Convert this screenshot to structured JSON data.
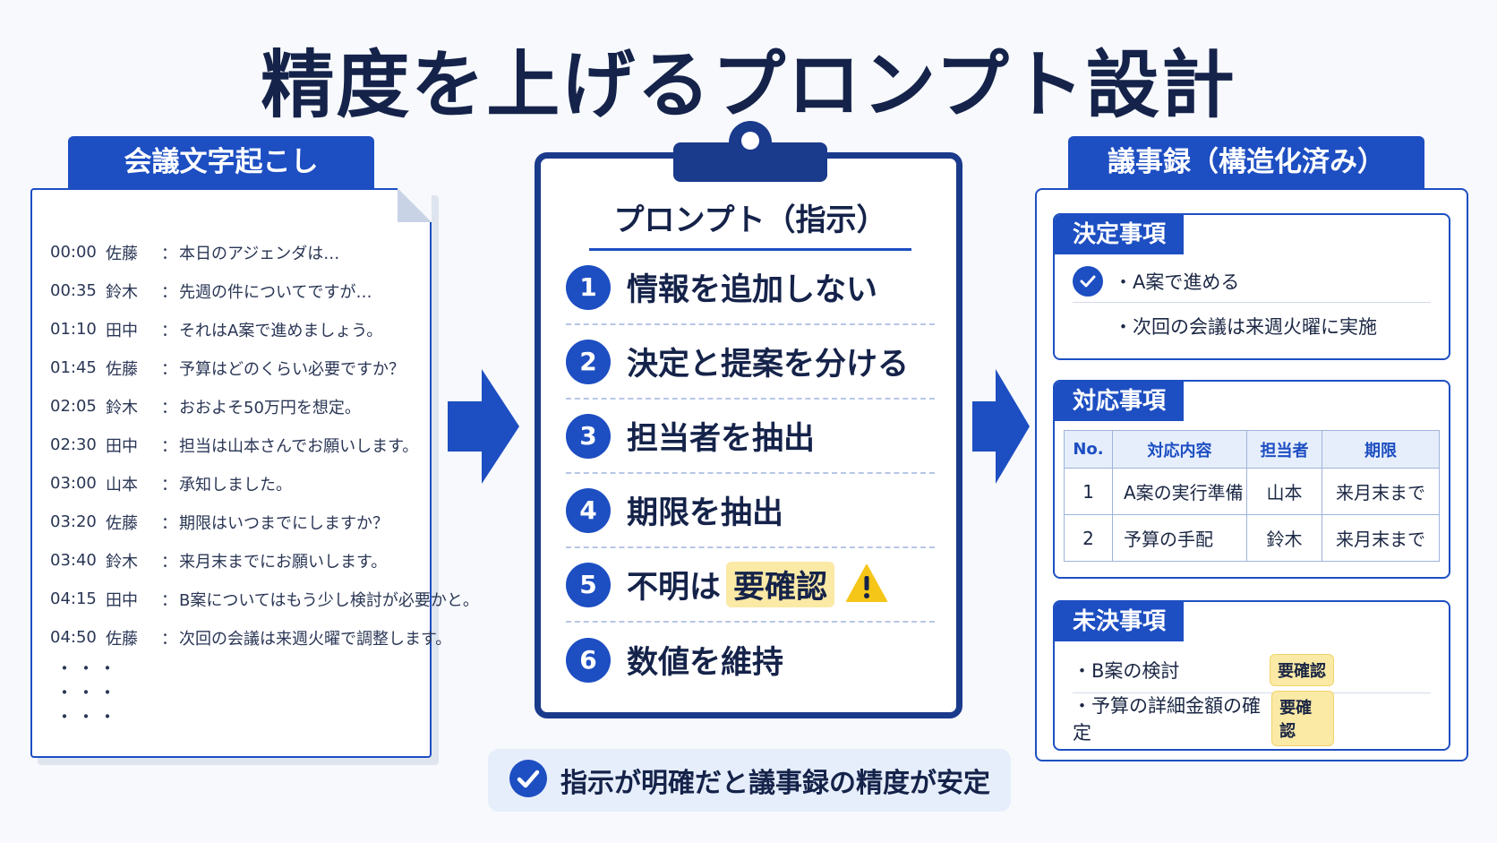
{
  "title": "精度を上げるプロンプト設計",
  "transcript": {
    "tab": "会議文字起こし",
    "lines": [
      {
        "time": "00:00",
        "speaker": "佐藤",
        "text": "本日のアジェンダは…"
      },
      {
        "time": "00:35",
        "speaker": "鈴木",
        "text": "先週の件についてですが…"
      },
      {
        "time": "01:10",
        "speaker": "田中",
        "text": "それはA案で進めましょう。"
      },
      {
        "time": "01:45",
        "speaker": "佐藤",
        "text": "予算はどのくらい必要ですか？"
      },
      {
        "time": "02:05",
        "speaker": "鈴木",
        "text": "おおよそ50万円を想定。"
      },
      {
        "time": "02:30",
        "speaker": "田中",
        "text": "担当は山本さんでお願いします。"
      },
      {
        "time": "03:00",
        "speaker": "山本",
        "text": "承知しました。"
      },
      {
        "time": "03:20",
        "speaker": "佐藤",
        "text": "期限はいつまでにしますか？"
      },
      {
        "time": "03:40",
        "speaker": "鈴木",
        "text": "来月末までにお願いします。"
      },
      {
        "time": "04:15",
        "speaker": "田中",
        "text": "B案についてはもう少し検討が必要かと。"
      },
      {
        "time": "04:50",
        "speaker": "佐藤",
        "text": "次回の会議は来週火曜で調整します。"
      }
    ],
    "separator": "：",
    "ellipsis": [
      "・・・",
      "・・・",
      "・・・"
    ]
  },
  "prompt": {
    "heading": "プロンプト（指示）",
    "steps": [
      {
        "num": "1",
        "text": "情報を追加しない"
      },
      {
        "num": "2",
        "text": "決定と提案を分ける"
      },
      {
        "num": "3",
        "text": "担当者を抽出"
      },
      {
        "num": "4",
        "text": "期限を抽出"
      },
      {
        "num": "5",
        "text": "不明は",
        "highlight": "要確認"
      },
      {
        "num": "6",
        "text": "数値を維持"
      }
    ],
    "banner": "指示が明確だと議事録の精度が安定"
  },
  "minutes": {
    "tab": "議事録（構造化済み）",
    "decisions": {
      "title": "決定事項",
      "items": [
        "・A案で進める",
        "・次回の会議は来週火曜に実施"
      ]
    },
    "actions": {
      "title": "対応事項",
      "headers": [
        "No.",
        "対応内容",
        "担当者",
        "期限"
      ],
      "rows": [
        [
          "1",
          "A案の実行準備",
          "山本",
          "来月末まで"
        ],
        [
          "2",
          "予算の手配",
          "鈴木",
          "来月末まで"
        ]
      ]
    },
    "pending": {
      "title": "未決事項",
      "items": [
        {
          "text": "・B案の検討",
          "tag": "要確認"
        },
        {
          "text": "・予算の詳細金額の確定",
          "tag": "要確認"
        }
      ]
    }
  },
  "colors": {
    "accent": "#1d4ec2",
    "navy": "#15234a",
    "highlight": "#fbe9a6",
    "warning": "#f5c518"
  }
}
